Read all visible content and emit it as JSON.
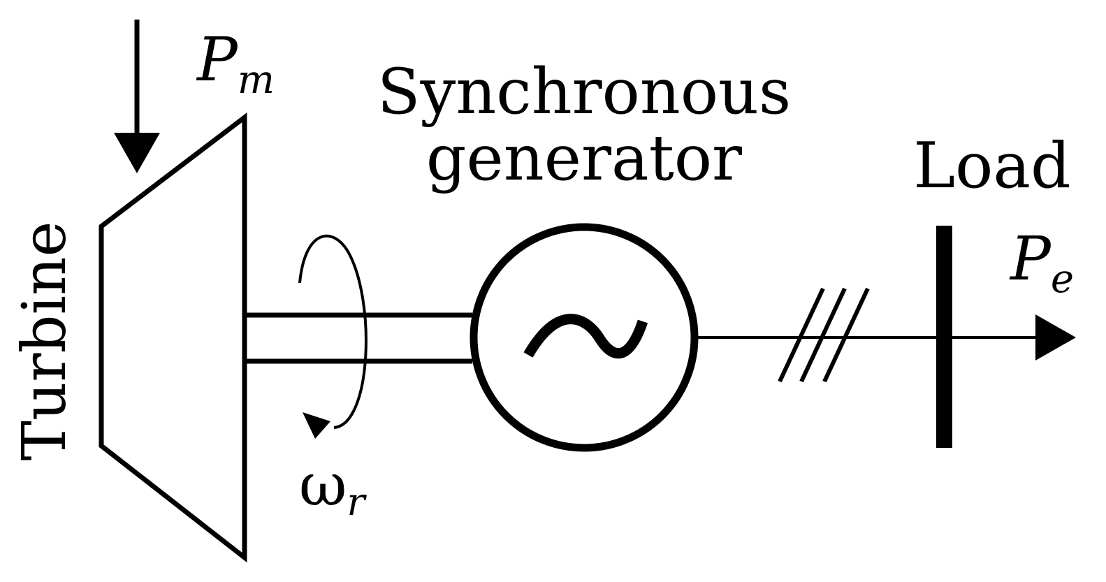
{
  "labels": {
    "turbine": "Turbine",
    "generator_line1": "Synchronous",
    "generator_line2": "generator",
    "load": "Load",
    "mech_power_symbol": "P",
    "mech_power_subscript": "m",
    "elec_power_symbol": "P",
    "elec_power_subscript": "e",
    "rotor_speed_symbol": "ω",
    "rotor_speed_subscript": "r",
    "ac_source_symbol": "~"
  },
  "icons": {
    "turbine": "trapezoid-turbine-icon",
    "generator": "ac-generator-circle-icon",
    "rotation": "rotation-arrow-icon",
    "three_phase": "three-phase-hash-icon",
    "load_bus": "bus-bar-icon"
  },
  "colors": {
    "stroke": "#000000",
    "background": "#ffffff"
  }
}
